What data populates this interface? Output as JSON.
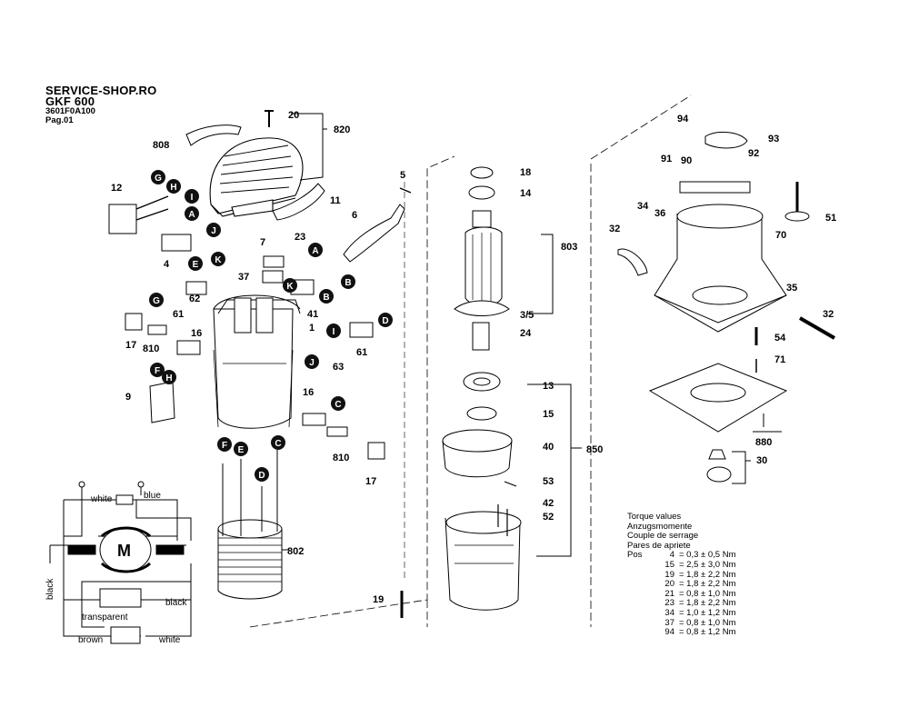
{
  "header": {
    "shop": "SERVICE-SHOP.RO",
    "model": "GKF 600",
    "part_no": "3601F0A100",
    "page": "Pag.01"
  },
  "part_numbers": [
    {
      "label": "20"
    },
    {
      "label": "820"
    },
    {
      "label": "808"
    },
    {
      "label": "5"
    },
    {
      "label": "12"
    },
    {
      "label": "11"
    },
    {
      "label": "6"
    },
    {
      "label": "7"
    },
    {
      "label": "23"
    },
    {
      "label": "4"
    },
    {
      "label": "37"
    },
    {
      "label": "41"
    },
    {
      "label": "62"
    },
    {
      "label": "61"
    },
    {
      "label": "1"
    },
    {
      "label": "16"
    },
    {
      "label": "17"
    },
    {
      "label": "810"
    },
    {
      "label": "61"
    },
    {
      "label": "63"
    },
    {
      "label": "9"
    },
    {
      "label": "16"
    },
    {
      "label": "810"
    },
    {
      "label": "17"
    },
    {
      "label": "802"
    },
    {
      "label": "18"
    },
    {
      "label": "14"
    },
    {
      "label": "803"
    },
    {
      "label": "3/5"
    },
    {
      "label": "24"
    },
    {
      "label": "13"
    },
    {
      "label": "15"
    },
    {
      "label": "40"
    },
    {
      "label": "850"
    },
    {
      "label": "53"
    },
    {
      "label": "42"
    },
    {
      "label": "52"
    },
    {
      "label": "19"
    },
    {
      "label": "94"
    },
    {
      "label": "93"
    },
    {
      "label": "91"
    },
    {
      "label": "90"
    },
    {
      "label": "92"
    },
    {
      "label": "34"
    },
    {
      "label": "36"
    },
    {
      "label": "32"
    },
    {
      "label": "70"
    },
    {
      "label": "51"
    },
    {
      "label": "35"
    },
    {
      "label": "32"
    },
    {
      "label": "54"
    },
    {
      "label": "71"
    },
    {
      "label": "880"
    },
    {
      "label": "30"
    }
  ],
  "connectors": [
    {
      "label": "G"
    },
    {
      "label": "H"
    },
    {
      "label": "I"
    },
    {
      "label": "A"
    },
    {
      "label": "J"
    },
    {
      "label": "E"
    },
    {
      "label": "K"
    },
    {
      "label": "G"
    },
    {
      "label": "F"
    },
    {
      "label": "H"
    },
    {
      "label": "A"
    },
    {
      "label": "B"
    },
    {
      "label": "K"
    },
    {
      "label": "B"
    },
    {
      "label": "I"
    },
    {
      "label": "D"
    },
    {
      "label": "J"
    },
    {
      "label": "C"
    },
    {
      "label": "F"
    },
    {
      "label": "E"
    },
    {
      "label": "C"
    },
    {
      "label": "D"
    }
  ],
  "wiring": {
    "white_top": "white",
    "blue": "blue",
    "black_left": "black",
    "black_right": "black",
    "transparent": "transparent",
    "brown": "brown",
    "white_bottom": "white",
    "motor": "M"
  },
  "torque": {
    "title_en": "Torque values",
    "title_de": "Anzugsmomente",
    "title_fr": "Couple de serrage",
    "title_ro": "Pares de apriete",
    "pos_label": "Pos",
    "rows": [
      {
        "pos": "4",
        "val": "= 0,3 ± 0,5 Nm"
      },
      {
        "pos": "15",
        "val": "= 2,5 ± 3,0 Nm"
      },
      {
        "pos": "19",
        "val": "= 1,8 ± 2,2 Nm"
      },
      {
        "pos": "20",
        "val": "= 1,8 ± 2,2 Nm"
      },
      {
        "pos": "21",
        "val": "= 0,8 ± 1,0 Nm"
      },
      {
        "pos": "23",
        "val": "= 1,8 ± 2,2 Nm"
      },
      {
        "pos": "34",
        "val": "= 1,0 ± 1,2 Nm"
      },
      {
        "pos": "37",
        "val": "= 0,8 ± 1,0 Nm"
      },
      {
        "pos": "94",
        "val": "= 0,8 ± 1,2 Nm"
      }
    ]
  }
}
